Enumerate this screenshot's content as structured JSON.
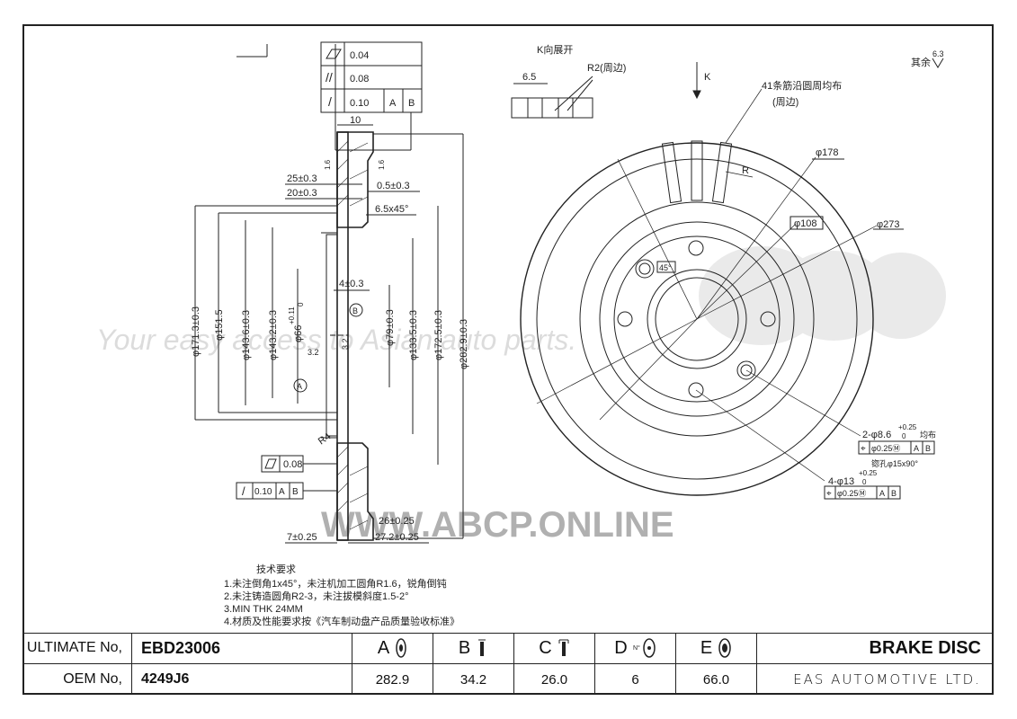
{
  "drawing": {
    "k_view_label": "K向展开",
    "r2_label": "R2(周边)",
    "k_label": "K",
    "ribs_label_line1": "41条筋沿圆周均布",
    "ribs_label_line2": "(周边)",
    "remainder_label": "其余",
    "roughness_value": "6.3",
    "watermark_tagline": "Your easy access to Asian auto parts.",
    "watermark_url": "WWW.ABCP.ONLINE",
    "tolerances": [
      {
        "symbol": "flatness",
        "value": "0.04"
      },
      {
        "symbol": "parallelism",
        "value": "0.08"
      },
      {
        "symbol": "runout",
        "value": "0.10",
        "datum1": "A",
        "datum2": "B"
      }
    ],
    "dims_left": {
      "d10": "10",
      "d25": "25±0.3",
      "d20": "20±0.3",
      "d05": "0.5±0.3",
      "chamfer": "6.5x45°",
      "d4": "4±0.3",
      "d171": "φ171.3±0.3",
      "d151": "φ151.5",
      "d143_6": "φ143.6±0.3",
      "d143_2": "φ143.2±0.3",
      "d66": "φ66",
      "d66_tol": "+0.11",
      "d66_tol2": "0",
      "d79": "φ79±0.3",
      "d133": "φ133.5±0.3",
      "d172": "φ172.5±0.3",
      "d282": "φ282.9±0.3",
      "r4": "R4",
      "rough_a": "3.2",
      "rough_b": "3.2",
      "side_a": "1.6",
      "side_b": "1.6",
      "datum_a": "A",
      "datum_b": "B",
      "flat2": "0.08",
      "runout2": "0.10",
      "runout2_d1": "A",
      "runout2_d2": "B",
      "d7": "7±0.25",
      "d26": "26±0.25",
      "d27": "27.2±0.25"
    },
    "dims_right": {
      "d65": "6.5",
      "d178": "φ178",
      "d108": "φ108",
      "d273": "φ273",
      "angle": "45°",
      "r": "R",
      "holes1": "2-φ8.6",
      "holes1_tol": "+0.25",
      "holes1_tol2": "0",
      "holes1_suffix": "均布",
      "holes1_pos": "φ0.25Ⓜ",
      "holes1_d1": "A",
      "holes1_d2": "B",
      "countersink": "锪孔φ15x90°",
      "holes2": "4-φ13",
      "holes2_tol": "+0.25",
      "holes2_tol2": "0",
      "holes2_pos": "φ0.25Ⓜ",
      "holes2_d1": "A",
      "holes2_d2": "B"
    },
    "notes_title": "技术要求",
    "notes": [
      "1.未注倒角1x45°，未注机加工圆角R1.6，锐角倒钝",
      "2.未注铸造圆角R2-3，未注拔模斜度1.5-2°",
      "3.MIN THK 24MM",
      "4.材质及性能要求按《汽车制动盘产品质量验收标准》"
    ]
  },
  "title_block": {
    "ultimate_label": "ULTIMATE No,",
    "ultimate_value": "EBD23006",
    "oem_label": "OEM No,",
    "oem_value": "4249J6",
    "dims": [
      {
        "letter": "A",
        "icon": "disc-diameter-icon",
        "value": "282.9"
      },
      {
        "letter": "B",
        "icon": "disc-thickness-icon",
        "value": "34.2"
      },
      {
        "letter": "C",
        "icon": "min-thickness-icon",
        "value": "26.0"
      },
      {
        "letter": "D",
        "icon": "bolt-holes-icon",
        "value": "6"
      },
      {
        "letter": "E",
        "icon": "center-bore-icon",
        "value": "66.0"
      }
    ],
    "product_title": "BRAKE DISC",
    "company": "EAS AUTOMOTIVE LTD."
  }
}
